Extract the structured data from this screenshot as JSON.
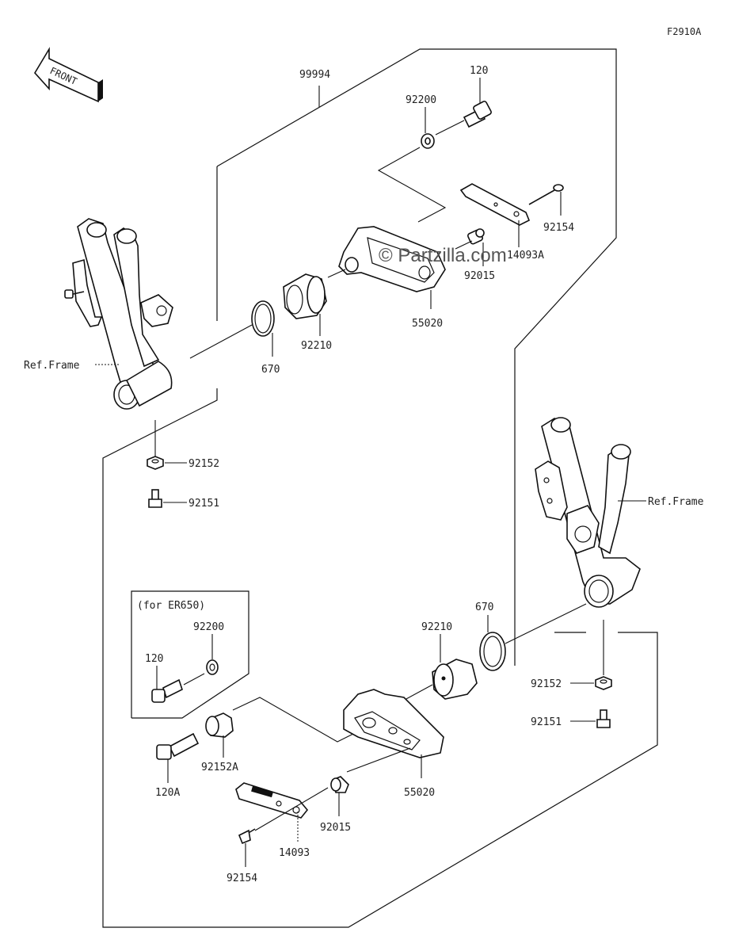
{
  "diagram_id": "F2910A",
  "front_label": "FRONT",
  "watermark": "© Partzilla.com",
  "colors": {
    "ink": "#111111",
    "background": "#ffffff",
    "watermark": "#555555"
  },
  "labels": {
    "kit": "99994",
    "bolt_120_top": "120",
    "washer_92200_top": "92200",
    "screw_92154_top": "92154",
    "plate_14093a": "14093A",
    "collar_92015_top": "92015",
    "slider_55020_top": "55020",
    "damper_92210_top": "92210",
    "oring_670_top": "670",
    "ref_frame_left": "Ref.Frame",
    "nut_92152_left": "92152",
    "bolt_92151_left": "92151",
    "ref_frame_right": "Ref.Frame",
    "oring_670_bottom": "670",
    "damper_92210_bottom": "92210",
    "nut_92152_right": "92152",
    "bolt_92151_right": "92151",
    "for_er650": "(for ER650)",
    "washer_92200_inset": "92200",
    "bolt_120_inset": "120",
    "collar_92152a": "92152A",
    "bolt_120a": "120A",
    "slider_55020_bottom": "55020",
    "collar_92015_bottom": "92015",
    "plate_14093": "14093",
    "screw_92154_bottom": "92154"
  }
}
